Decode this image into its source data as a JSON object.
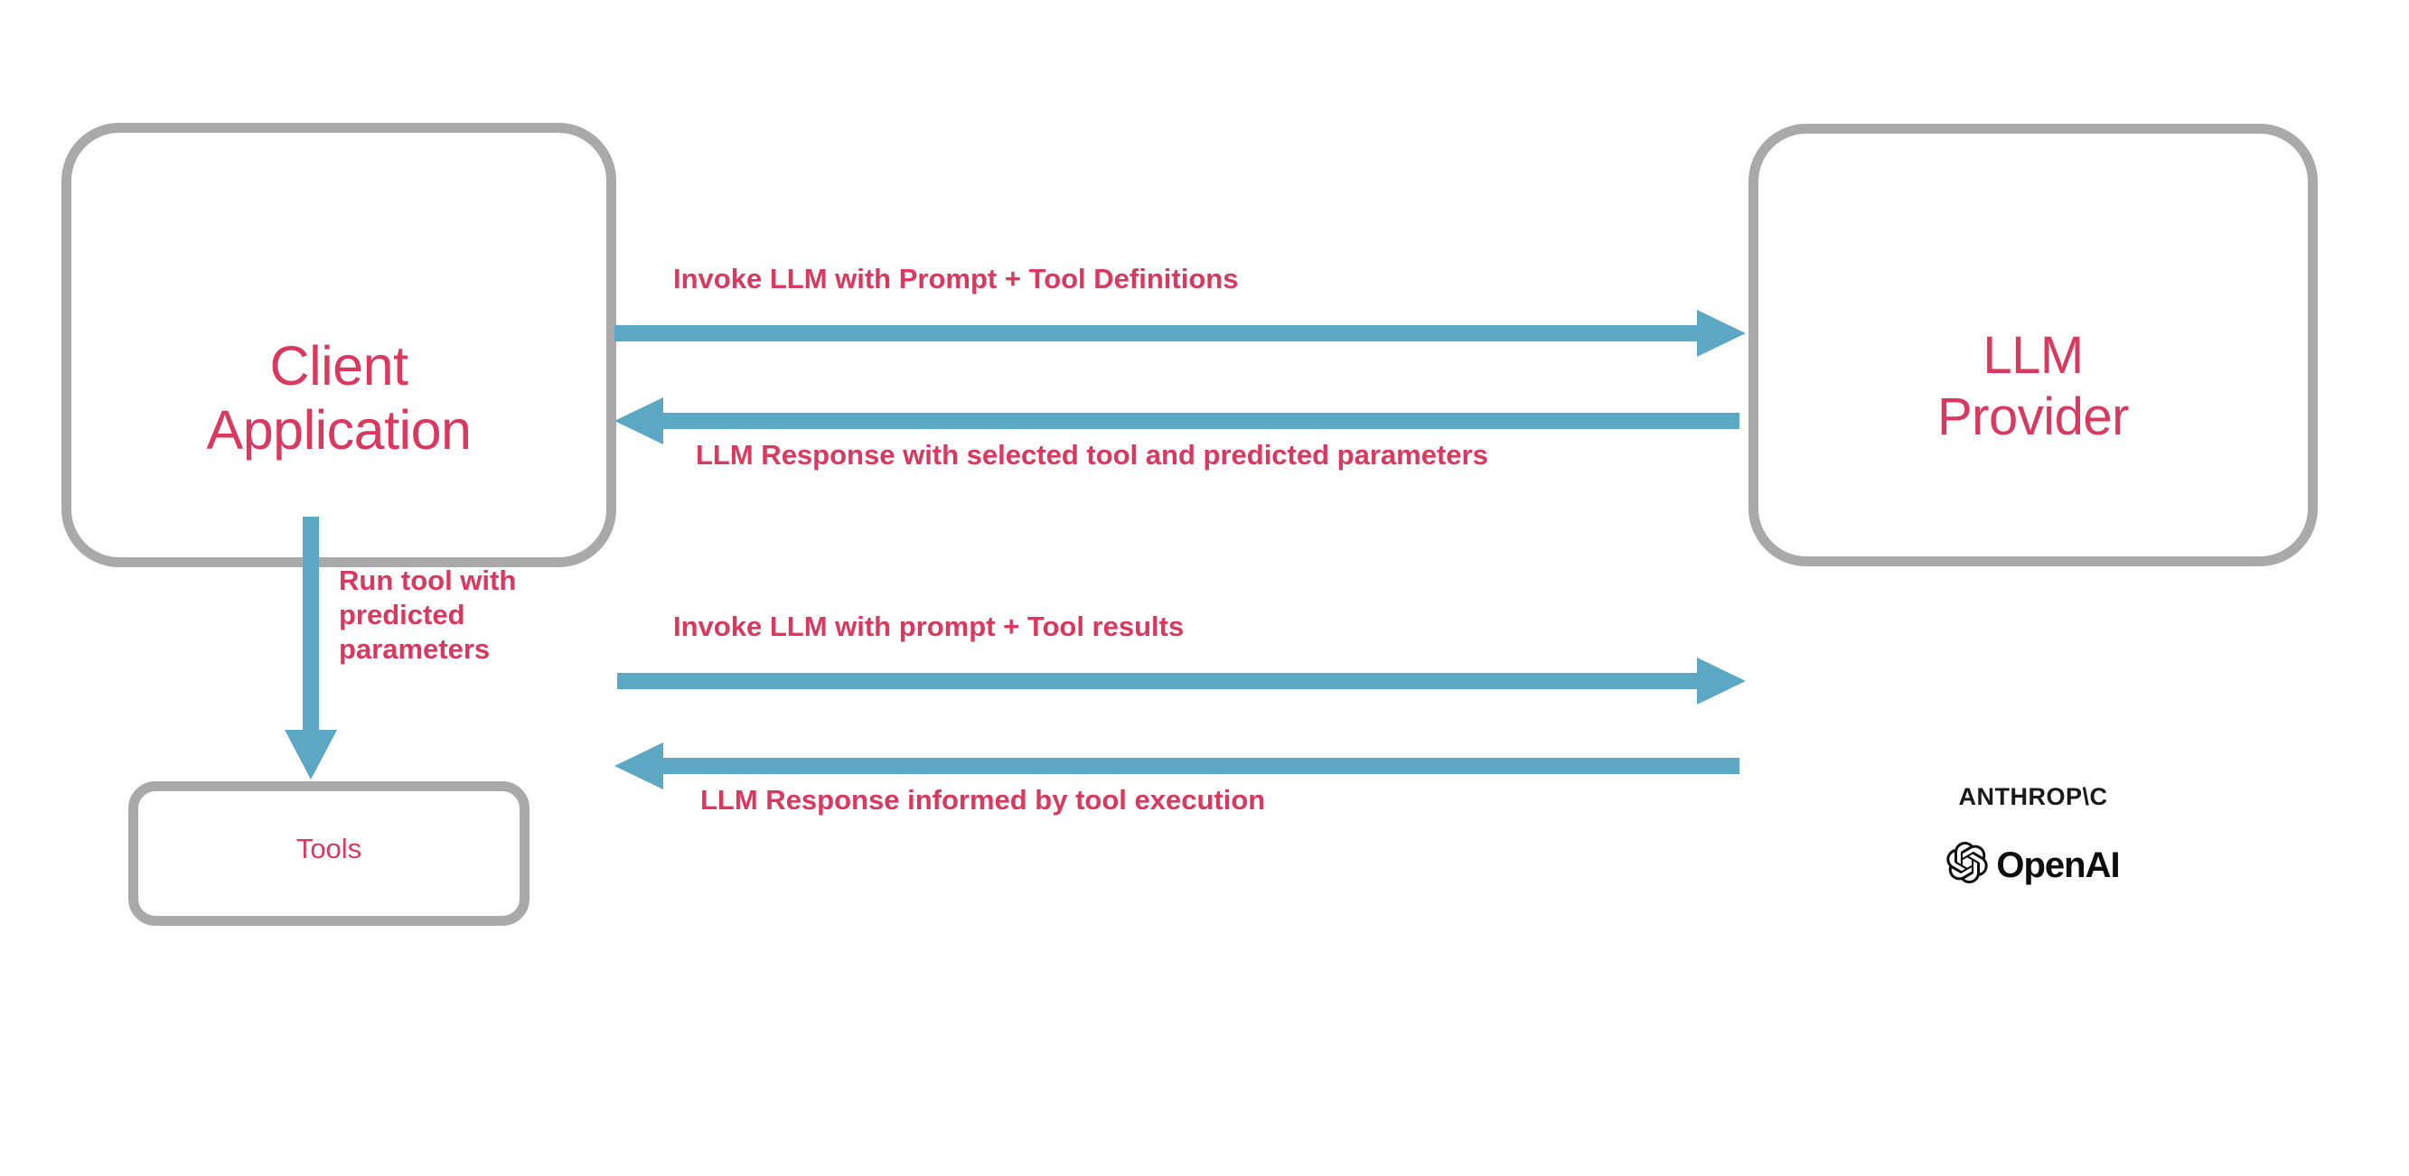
{
  "diagram": {
    "title": "LLM tool calling interaction flow",
    "colors": {
      "accent_text": "#d9385f",
      "arrow": "#5ca7c3",
      "box_border": "#a9a9a9",
      "logo_text": "#1a1a1a",
      "background": "#ffffff"
    }
  },
  "client": {
    "title": "Client\nApplication",
    "tools_label": "Tools",
    "internal_arrow_label": "Run tool with\npredicted\nparameters"
  },
  "provider": {
    "title": "LLM\nProvider",
    "logos": [
      {
        "name": "anthropic-logo",
        "text": "ANTHROP\\C"
      },
      {
        "name": "openai-logo",
        "text": "OpenAI"
      }
    ]
  },
  "messages": [
    {
      "id": "invoke-llm-with-prompt-and-tool-definitions",
      "label": "Invoke LLM with Prompt + Tool Definitions",
      "direction": "client-to-provider"
    },
    {
      "id": "llm-response-with-selected-tool",
      "label": "LLM Response with selected tool and predicted parameters",
      "direction": "provider-to-client"
    },
    {
      "id": "invoke-llm-with-prompt-and-tool-results",
      "label": "Invoke LLM with prompt + Tool results",
      "direction": "client-to-provider"
    },
    {
      "id": "llm-response-informed-by-tool-execution",
      "label": "LLM Response informed by tool execution",
      "direction": "provider-to-client"
    }
  ]
}
